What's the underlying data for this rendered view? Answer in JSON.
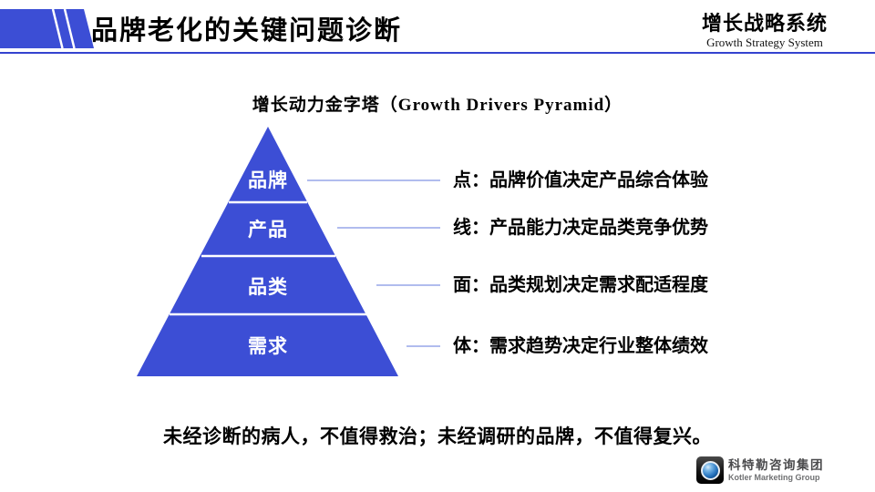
{
  "header": {
    "title": "品牌老化的关键问题诊断",
    "brand_cn": "增长战略系统",
    "brand_en": "Growth Strategy System"
  },
  "pyramid": {
    "title": "增长动力金字塔（Growth Drivers Pyramid）",
    "levels": [
      {
        "label": "品牌",
        "note": "点：品牌价值决定产品综合体验"
      },
      {
        "label": "产品",
        "note": "线：产品能力决定品类竞争优势"
      },
      {
        "label": "品类",
        "note": "面：品类规划决定需求配适程度"
      },
      {
        "label": "需求",
        "note": "体：需求趋势决定行业整体绩效"
      }
    ]
  },
  "quote": "未经诊断的病人，不值得救治；未经调研的品牌，不值得复兴。",
  "footer": {
    "logo_icon": "kotler-globe-icon",
    "logo_cn": "科特勒咨询集团",
    "logo_en": "Kotler Marketing Group"
  },
  "colors": {
    "primary_blue": "#3c4ed5",
    "rule_blue": "#3442cf",
    "connector_blue": "#97a5e8",
    "text_black": "#000000"
  }
}
